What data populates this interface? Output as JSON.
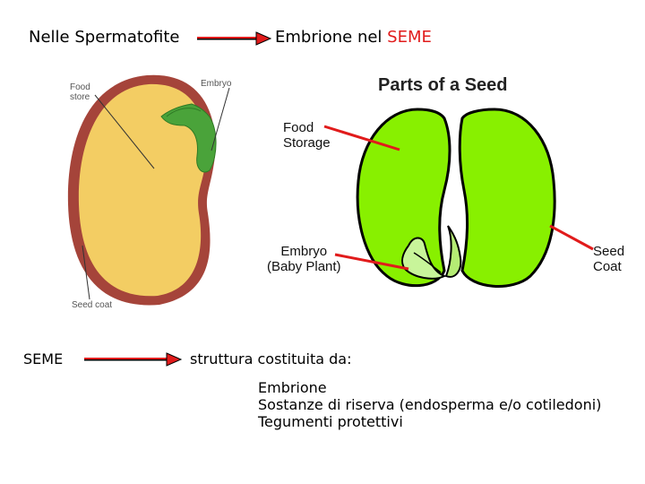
{
  "header": {
    "left": "Nelle Spermatofite",
    "right_prefix": "Embrione nel ",
    "right_highlight": "SEME"
  },
  "left_figure": {
    "food_store": "Food\nstore",
    "embryo": "Embryo",
    "seed_coat": "Seed coat"
  },
  "right_figure": {
    "title": "Parts of a Seed",
    "food_storage": "Food\nStorage",
    "embryo": "Embryo\n(Baby Plant)",
    "seed_coat": "Seed\nCoat"
  },
  "definition": {
    "term": "SEME",
    "text": "struttura costituita da:",
    "items": [
      "Embrione",
      "Sostanze di riserva (endosperma e/o cotiledoni)",
      "Tegumenti protettivi"
    ]
  },
  "colors": {
    "accent_red": "#e11b1b",
    "seed_green": "#88f000",
    "seed_coat_brown": "#a5443a",
    "food_store_yellow": "#f3cd63"
  }
}
